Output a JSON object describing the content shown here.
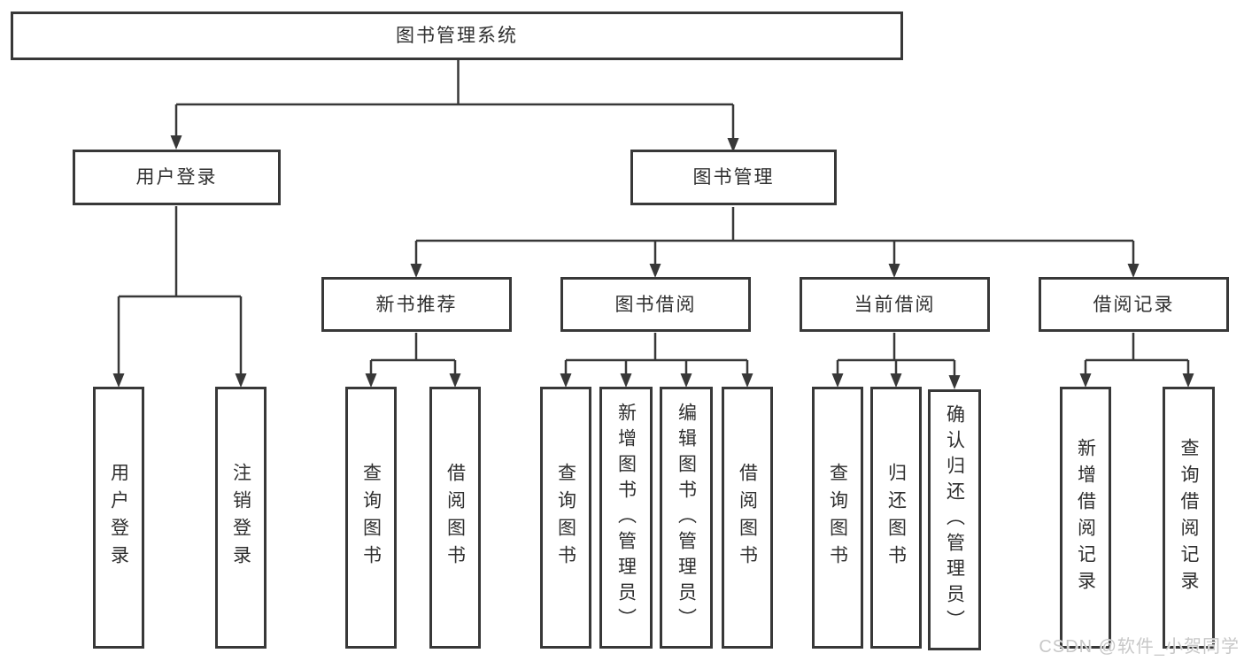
{
  "tree": {
    "root": {
      "label": "图书管理系统",
      "children": [
        {
          "label": "用户登录",
          "children": [
            {
              "label": "用户登录"
            },
            {
              "label": "注销登录"
            }
          ]
        },
        {
          "label": "图书管理",
          "children": [
            {
              "label": "新书推荐",
              "children": [
                {
                  "label": "查询图书"
                },
                {
                  "label": "借阅图书"
                }
              ]
            },
            {
              "label": "图书借阅",
              "children": [
                {
                  "label": "查询图书"
                },
                {
                  "label": "新增图书（管理员）"
                },
                {
                  "label": "编辑图书（管理员）"
                },
                {
                  "label": "借阅图书"
                }
              ]
            },
            {
              "label": "当前借阅",
              "children": [
                {
                  "label": "查询图书"
                },
                {
                  "label": "归还图书"
                },
                {
                  "label": "确认归还（管理员）"
                }
              ]
            },
            {
              "label": "借阅记录",
              "children": [
                {
                  "label": "新增借阅记录"
                },
                {
                  "label": "查询借阅记录"
                }
              ]
            }
          ]
        }
      ]
    }
  },
  "watermark": {
    "text": "CSDN @软件_小贺同学"
  },
  "colors": {
    "line": "#383838",
    "box_border": "#383838",
    "box_background": "#ffffff",
    "text": "#2f2f2f",
    "watermark": "#c8c8c8",
    "page_background": "#ffffff"
  }
}
